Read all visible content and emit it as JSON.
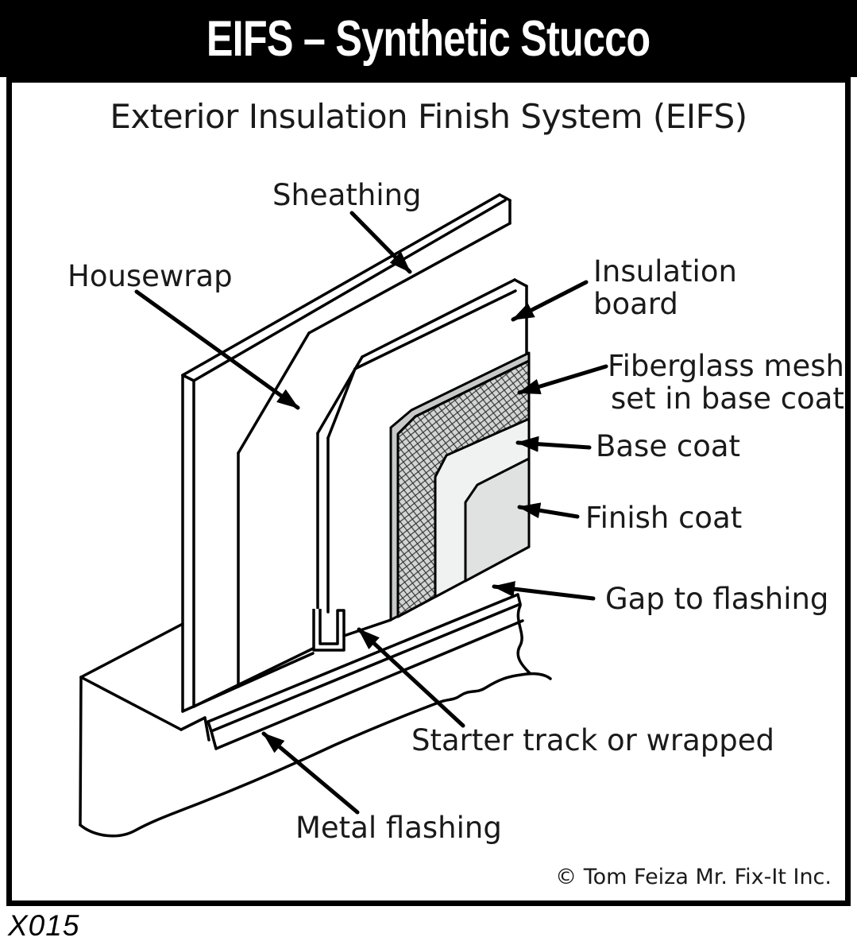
{
  "header": {
    "title": "EIFS – Synthetic Stucco"
  },
  "subtitle": "Exterior Insulation Finish System (EIFS)",
  "labels": {
    "sheathing": "Sheathing",
    "housewrap": "Housewrap",
    "insulation_line1": "Insulation",
    "insulation_line2": "board",
    "mesh_line1": "Fiberglass mesh",
    "mesh_line2": "set in base coat",
    "base_coat": "Base coat",
    "finish_coat": "Finish coat",
    "gap_to_flashing": "Gap to flashing",
    "starter_track": "Starter track or wrapped",
    "metal_flashing": "Metal flashing"
  },
  "footer": {
    "copyright": "© Tom Feiza Mr. Fix-It Inc.",
    "code": "X015"
  },
  "colors": {
    "line": "#000000",
    "mesh_border": "#c7c9c9",
    "mesh_bg": "#d3d4d4",
    "base_coat": "#f0f1f1",
    "finish_coat": "#e0e1e1",
    "paper": "#ffffff",
    "title_bg": "#000000",
    "title_text": "#ffffff"
  }
}
